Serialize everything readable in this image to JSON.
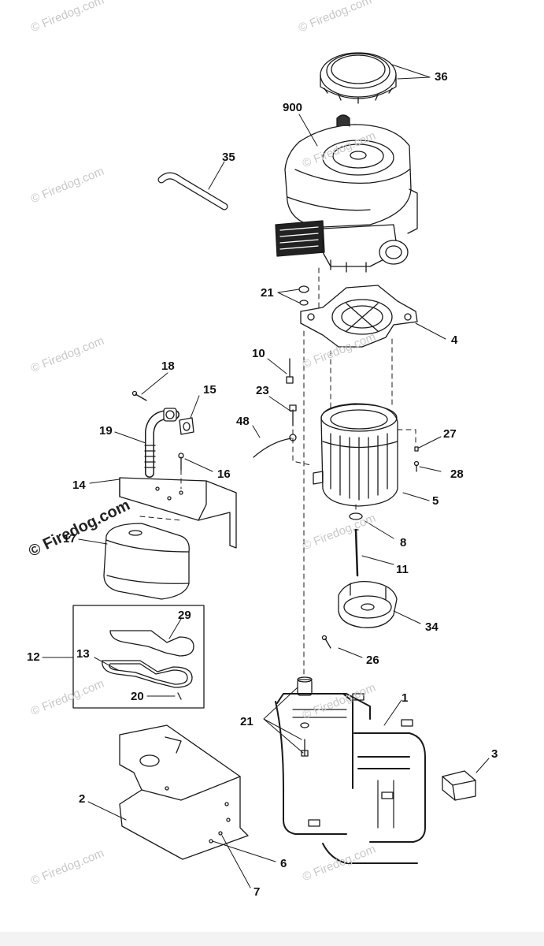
{
  "watermark": {
    "text": "© Firedog.com"
  },
  "callouts": [
    {
      "id": "36",
      "text": "36"
    },
    {
      "id": "900",
      "text": "900"
    },
    {
      "id": "35",
      "text": "35"
    },
    {
      "id": "21a",
      "text": "21"
    },
    {
      "id": "4",
      "text": "4"
    },
    {
      "id": "10",
      "text": "10"
    },
    {
      "id": "18",
      "text": "18"
    },
    {
      "id": "15",
      "text": "15"
    },
    {
      "id": "23",
      "text": "23"
    },
    {
      "id": "19",
      "text": "19"
    },
    {
      "id": "48",
      "text": "48"
    },
    {
      "id": "27",
      "text": "27"
    },
    {
      "id": "16",
      "text": "16"
    },
    {
      "id": "28",
      "text": "28"
    },
    {
      "id": "14",
      "text": "14"
    },
    {
      "id": "5",
      "text": "5"
    },
    {
      "id": "17",
      "text": "17"
    },
    {
      "id": "8",
      "text": "8"
    },
    {
      "id": "11",
      "text": "11"
    },
    {
      "id": "29",
      "text": "29"
    },
    {
      "id": "34",
      "text": "34"
    },
    {
      "id": "12",
      "text": "12"
    },
    {
      "id": "13",
      "text": "13"
    },
    {
      "id": "26",
      "text": "26"
    },
    {
      "id": "20",
      "text": "20"
    },
    {
      "id": "1",
      "text": "1"
    },
    {
      "id": "21b",
      "text": "21"
    },
    {
      "id": "3",
      "text": "3"
    },
    {
      "id": "2",
      "text": "2"
    },
    {
      "id": "6",
      "text": "6"
    },
    {
      "id": "7",
      "text": "7"
    }
  ]
}
